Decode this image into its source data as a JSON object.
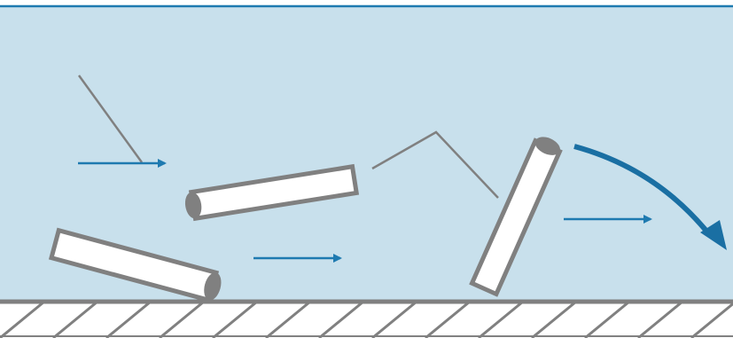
{
  "diagram": {
    "colors": {
      "fluid_fill": "#c8e0ec",
      "surface_line": "#1e7ab0",
      "flow_arrow": "#1e7ab0",
      "rotation_arrow": "#1a6fa3",
      "particle_fill": "#ffffff",
      "particle_outline": "#808080",
      "leader_line": "#808080",
      "ground_stroke": "#808080",
      "ground_fill": "#ffffff"
    },
    "elements": {
      "flow_arrows": [
        "flow-arrow",
        "flow-arrow",
        "flow-arrow",
        "flow-arrow"
      ],
      "particles": [
        "resting-cylinder",
        "suspended-cylinder",
        "overturning-cylinder"
      ],
      "rotation_arrow": "curved-rotation-arrow",
      "ground": "hatched-bed"
    }
  }
}
